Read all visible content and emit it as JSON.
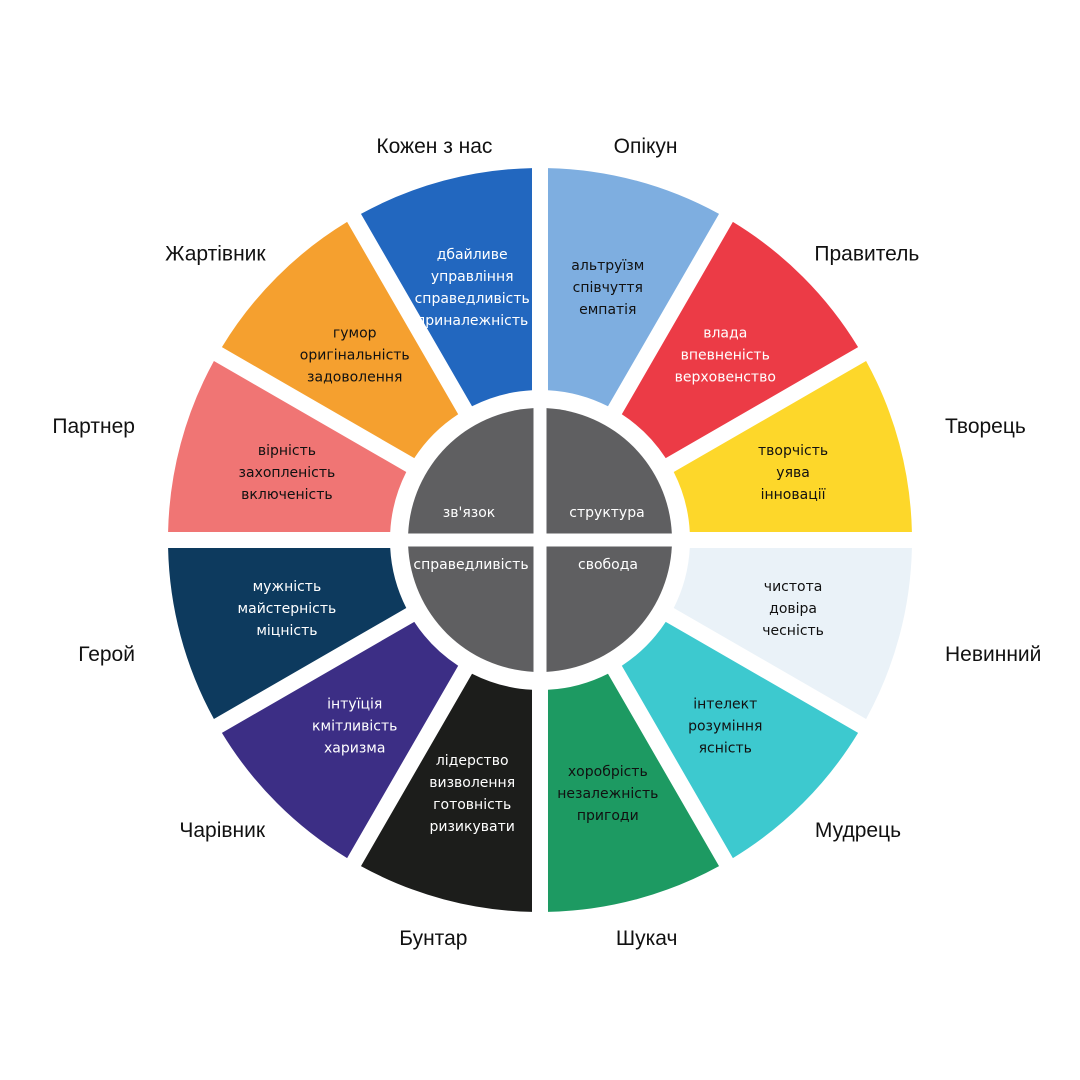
{
  "inner_quadrants": [
    {
      "label": "зв'язок",
      "color": "#5f5f61"
    },
    {
      "label": "структура",
      "color": "#5f5f61"
    },
    {
      "label": "справедливість",
      "color": "#5f5f61"
    },
    {
      "label": "свобода",
      "color": "#5f5f61"
    }
  ],
  "archetypes": [
    {
      "name": "Опікун",
      "traits": [
        "альтруїзм",
        "співчуття",
        "емпатія"
      ],
      "color": "#7eaee0",
      "text_color": "#111111"
    },
    {
      "name": "Правитель",
      "traits": [
        "влада",
        "впевненість",
        "верховенство"
      ],
      "color": "#ec3b46",
      "text_color": "#ffffff"
    },
    {
      "name": "Творець",
      "traits": [
        "творчість",
        "уява",
        "інновації"
      ],
      "color": "#fdd72a",
      "text_color": "#111111"
    },
    {
      "name": "Невинний",
      "traits": [
        "чистота",
        "довіра",
        "чесність"
      ],
      "color": "#eaf2f8",
      "text_color": "#111111"
    },
    {
      "name": "Мудрець",
      "traits": [
        "інтелект",
        "розуміння",
        "ясність"
      ],
      "color": "#3dc9cf",
      "text_color": "#111111"
    },
    {
      "name": "Шукач",
      "traits": [
        "хоробрість",
        "незалежність",
        "пригоди"
      ],
      "color": "#1d9a62",
      "text_color": "#111111"
    },
    {
      "name": "Бунтар",
      "traits": [
        "лідерство",
        "визволення",
        "готовність",
        "ризикувати"
      ],
      "color": "#1c1d1b",
      "text_color": "#ffffff"
    },
    {
      "name": "Чарівник",
      "traits": [
        "інтуїція",
        "кмітливість",
        "харизма"
      ],
      "color": "#3c2e85",
      "text_color": "#ffffff"
    },
    {
      "name": "Герой",
      "traits": [
        "мужність",
        "майстерність",
        "міцність"
      ],
      "color": "#0d3a5e",
      "text_color": "#ffffff"
    },
    {
      "name": "Партнер",
      "traits": [
        "вірність",
        "захопленість",
        "включеність"
      ],
      "color": "#f07574",
      "text_color": "#111111"
    },
    {
      "name": "Жартівник",
      "traits": [
        "гумор",
        "оригінальність",
        "задоволення"
      ],
      "color": "#f5a02f",
      "text_color": "#111111"
    },
    {
      "name": "Кожен з нас",
      "traits": [
        "дбайливе",
        "управління",
        "справедливість",
        "приналежність"
      ],
      "color": "#2267bf",
      "text_color": "#ffffff"
    }
  ]
}
